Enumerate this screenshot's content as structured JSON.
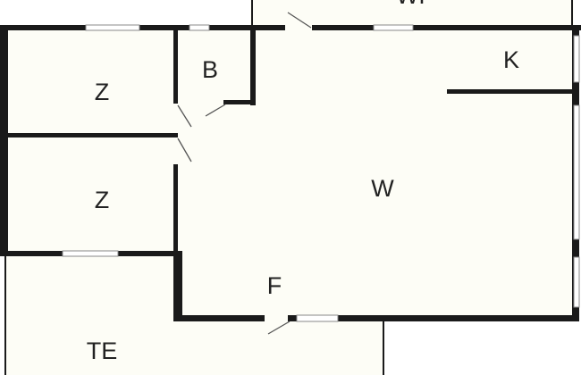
{
  "floorplan": {
    "colors": {
      "floor": "#fdfdf6",
      "wall": "#1a1a1a",
      "window_frame": "#888888",
      "window_glass": "#ffffff",
      "door_line": "#555555"
    },
    "rooms": [
      {
        "id": "bedroom-top",
        "label": "Z"
      },
      {
        "id": "bedroom-bottom",
        "label": "Z"
      },
      {
        "id": "bathroom",
        "label": "B"
      },
      {
        "id": "kitchen",
        "label": "K"
      },
      {
        "id": "living-room",
        "label": "W"
      },
      {
        "id": "hallway",
        "label": "F"
      },
      {
        "id": "terrace",
        "label": "TE"
      },
      {
        "id": "covered-terrace",
        "label": "WF"
      }
    ]
  }
}
